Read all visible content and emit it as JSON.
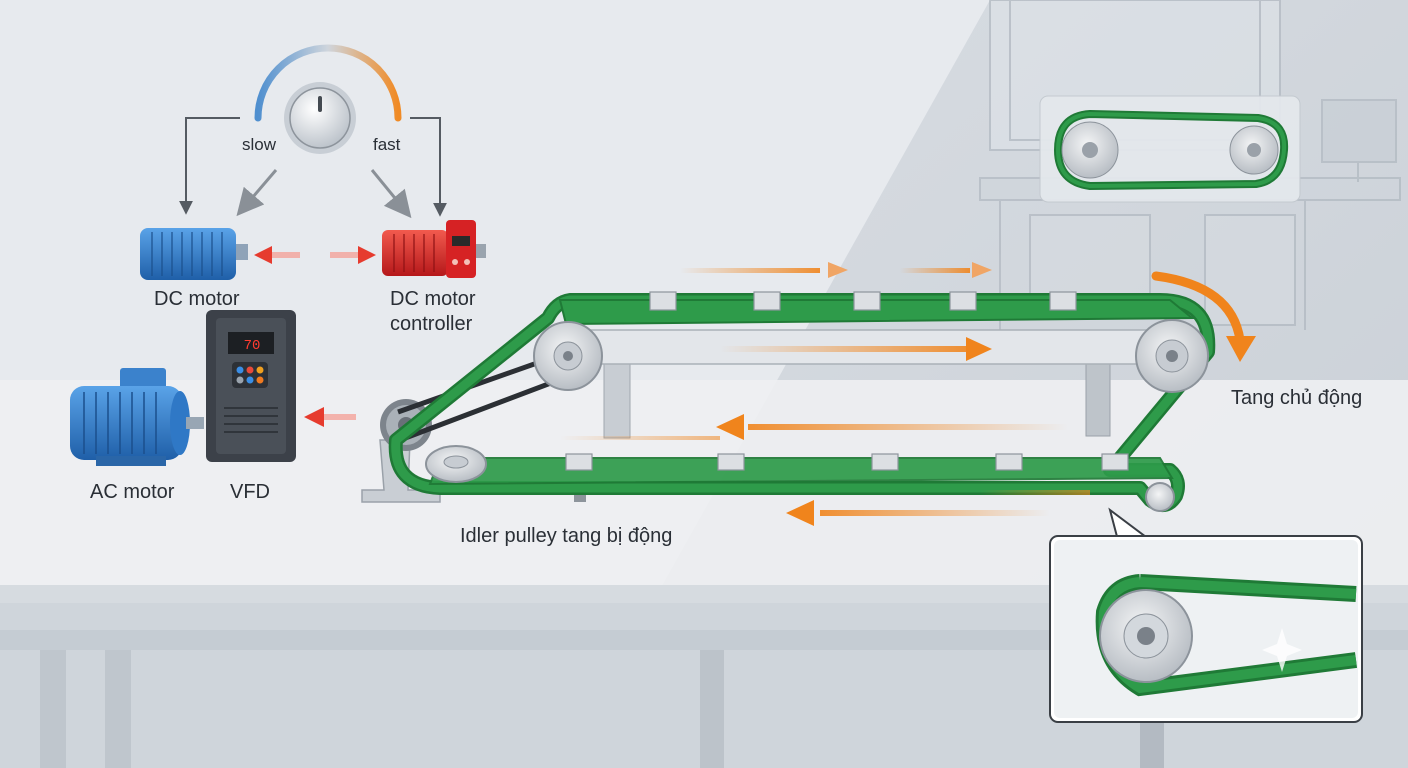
{
  "speed_control": {
    "slow_label": "slow",
    "fast_label": "fast",
    "gradient_colors": [
      "#4f8fcf",
      "#f08a24"
    ]
  },
  "components": {
    "dc_motor_label": "DC motor",
    "dc_motor_controller_label_line1": "DC motor",
    "dc_motor_controller_label_line2": "controller",
    "ac_motor_label": "AC motor",
    "vfd_label": "VFD",
    "vfd_display": "70"
  },
  "conveyor": {
    "drive_pulley_label": "Tang chủ động",
    "idler_pulley_label": "Idler pulley tang bị động"
  },
  "colors": {
    "belt": "#2e9b4a",
    "belt_dark": "#1f7a36",
    "flow_arrow": "#f0841c",
    "signal_arrow": "#e63b2e",
    "dc_motor": "#2f7fd0",
    "dc_controller": "#e0282a",
    "ac_motor": "#2e78c8",
    "vfd_body": "#3c4149"
  },
  "icons": [
    "speed-knob-icon",
    "dc-motor-icon",
    "dc-controller-icon",
    "ac-motor-icon",
    "vfd-icon",
    "drive-pulley-icon",
    "idler-pulley-icon",
    "rotation-arrow-icon"
  ]
}
